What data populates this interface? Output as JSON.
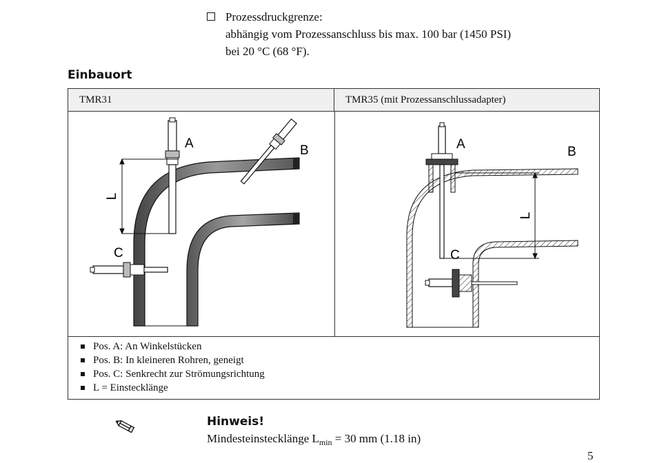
{
  "spec": {
    "bullet_title": "Prozessdruckgrenze:",
    "line2": "abhängig vom Prozessanschluss bis max. 100 bar (1450 PSI)",
    "line3": "bei 20 °C (68 °F)."
  },
  "section_title": "Einbauort",
  "table": {
    "left_header": "TMR31",
    "right_header": "TMR35 (mit Prozessanschlussadapter)",
    "figure_labels": {
      "a": "A",
      "b": "B",
      "c": "C",
      "l": "L"
    },
    "notes": [
      "Pos. A: An Winkelstücken",
      "Pos. B: In kleineren Rohren, geneigt",
      "Pos. C: Senkrecht zur Strömungsrichtung",
      "L = Einstecklänge"
    ]
  },
  "note": {
    "title": "Hinweis!",
    "prefix": "Mindesteinstecklänge L",
    "subscript": "min",
    "suffix": " = 30 mm (1.18 in)"
  },
  "page_number": "5",
  "icons": {
    "checkbox": "checkbox-icon",
    "note": "pencil-icon"
  }
}
